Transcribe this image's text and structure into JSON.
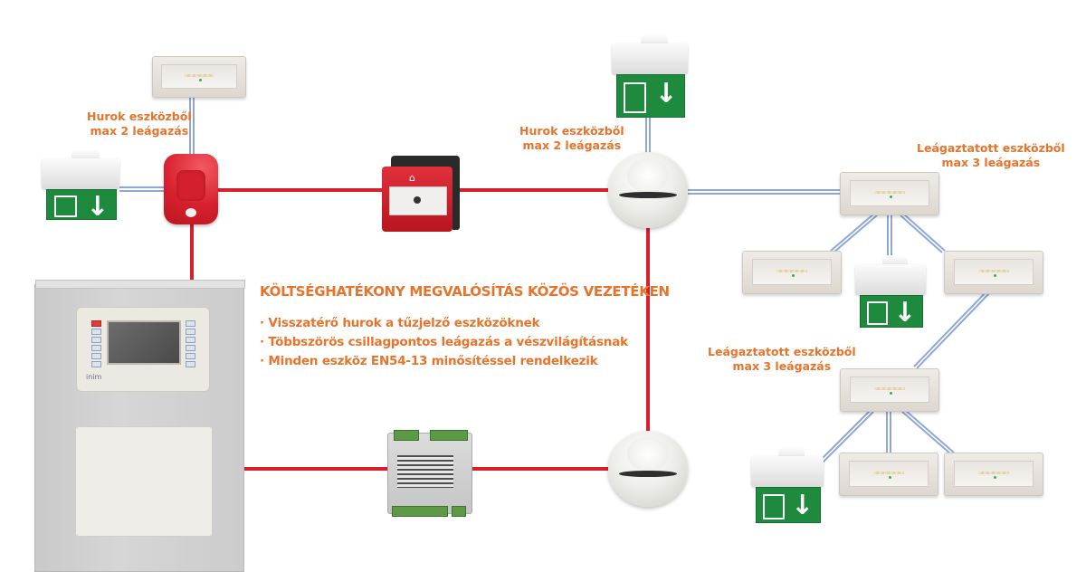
{
  "diagram": {
    "headline": "KÖLTSÉGHATÉKONY MEGVALÓSÍTÁS KÖZÖS VEZETÉKEN",
    "bullets": [
      "· Visszatérő hurok a tűzjelző eszközöknek",
      "· Többszörös csillagpontos leágazás a vészvilágításnak",
      "· Minden eszköz EN54-13 minősítéssel rendelkezik"
    ],
    "labels": {
      "left_branch": [
        "Hurok eszközből",
        "max 2 leágazás"
      ],
      "center_branch": [
        "Hurok eszközből",
        "max 2 leágazás"
      ],
      "right_top_branch": [
        "Leágaztatott eszközből",
        "max 3 leágazás"
      ],
      "right_mid_branch": [
        "Leágaztatott eszközből",
        "max 3 leágazás"
      ]
    },
    "panel_brand": "inim",
    "exit_arrow": "↓",
    "colors": {
      "loop_wire": "#d81f2e",
      "branch_wire": "#8ea8dc",
      "text_accent": "#e8732a",
      "exit_green": "#1e8a3e"
    },
    "devices": [
      "fire-control-panel",
      "sounder",
      "manual-call-point",
      "smoke-detector-top",
      "smoke-detector-bottom",
      "io-module",
      "emergency-light",
      "exit-sign"
    ]
  }
}
